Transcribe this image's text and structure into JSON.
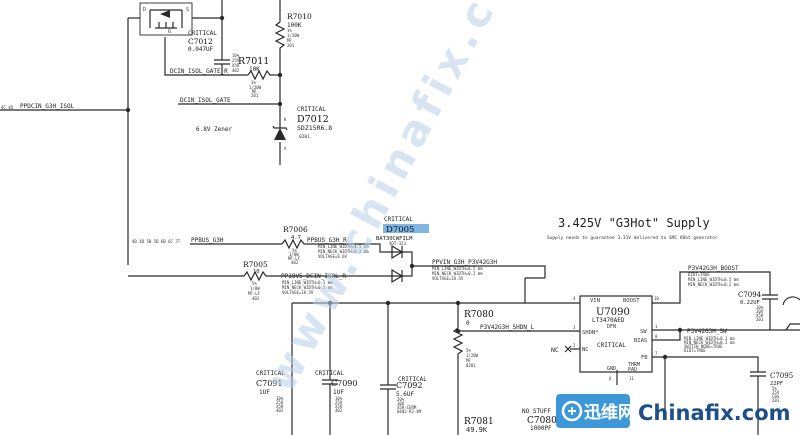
{
  "nets": {
    "ppdcin_g3h_isol": "PPDCIN_G3H_ISOL",
    "ppdcin_g3h_isol_prefix": "4C 4D",
    "dcin_isol_gate_r": "DCIN_ISOL_GATE_R",
    "dcin_isol_gate": "DCIN_ISOL_GATE",
    "ppbus_g3h": "PPBUS_G3H",
    "ppbus_g3h_prefix": "4B 4B 5B 5B 6B 6C 7T",
    "ppbus_g3h_r": "PPBUS_G3H_R",
    "pp18v5_dcin_isol_r": "PP18V5_DCIN_ISOL_R",
    "ppvin_g3h_p3v42g3h": "PPVIN_G3H_P3V42G3H",
    "p3v42g3h_shdn_l": "P3V42G3H_SHDN_L",
    "p3v42g3h_boost": "P3V42G3H_BOOST",
    "p3v42g3h_sw": "P3V42G3H_SW",
    "trace_rule_1": "MIN_LINE_WIDTH=0.5 mm",
    "trace_rule_2": "MIN_NECK_WIDTH=0.2 mm",
    "trace_rule_voltage": "VOLTAGE=18.5V",
    "trace_rule_voltage_b": "VOLTAGE=8.6V",
    "boost_rule_1": "DIDT=TRUE",
    "boost_rule_2": "MIN_LINE_WIDTH=0.5 mm",
    "boost_rule_3": "MIN_NECK_WIDTH=0.2 mm",
    "sw_rule_1": "MIN_LINE_WIDTH=0.1 mm",
    "sw_rule_2": "MIN_NECK_WIDTH=0.2 mm",
    "sw_rule_3": "SWITCH_NODE=TRUE",
    "sw_rule_4": "DIDT=TRUE"
  },
  "components": {
    "q_fet": {
      "pins": [
        "D",
        "S",
        "G"
      ]
    },
    "r7010": {
      "ref": "R7010",
      "value": "100K",
      "detail": [
        "1%",
        "1/20W",
        "MF",
        "201"
      ]
    },
    "c7012": {
      "crit": "CRITICAL",
      "ref": "C7012",
      "value": "0.047UF",
      "detail": [
        "10%",
        "25V",
        "X5R",
        "402"
      ]
    },
    "r7011": {
      "ref": "R7011",
      "value": "10K",
      "detail": [
        "1%",
        "1/20W",
        "MF",
        "201"
      ]
    },
    "d7012": {
      "crit": "CRITICAL",
      "ref": "D7012",
      "value": "SDZ15R6.8",
      "pkg": "0201",
      "note": "6.8V Zener"
    },
    "r7006": {
      "ref": "R7006",
      "value": "4.7",
      "detail": [
        "5%",
        "1/8W",
        "MF-LF",
        "402"
      ]
    },
    "r7005": {
      "ref": "R7005",
      "value": "10",
      "detail": [
        "5%",
        "1/8W",
        "MF-LF",
        "402"
      ]
    },
    "d7005": {
      "crit": "CRITICAL",
      "ref": "D7005",
      "value": "BAT30CWFILM",
      "pkg": "SOT-323"
    },
    "r7080": {
      "ref": "R7080",
      "value": "0",
      "detail": [
        "5%",
        "1/20W",
        "MF",
        "0201"
      ]
    },
    "r7081": {
      "ref": "R7081",
      "value": "49.9K"
    },
    "c7080": {
      "stuff": "NO STUFF",
      "ref": "C7080",
      "value": "1000PF"
    },
    "u7090": {
      "ref": "U7090",
      "value": "LT3470AED",
      "pkg": "DFN",
      "crit": "CRITICAL",
      "pins": {
        "vin": "VIN",
        "boost": "BOOST",
        "shdn": "SHDN*",
        "sw": "SW",
        "bias": "BIAS",
        "nc": "NC",
        "fb": "FB",
        "gnd": "GND",
        "pad": "PAD",
        "thrm": "THRM"
      },
      "pin_numbers": {
        "vin": "4",
        "boost": "10",
        "shdn": "3",
        "sw": "1",
        "bias": "8",
        "nc": "2",
        "fb": "7",
        "gnd": "6",
        "pad": "11"
      }
    },
    "c7094": {
      "ref": "C7094",
      "value": "0.22UF",
      "detail": [
        "10%",
        "10V",
        "X5R",
        "201"
      ]
    },
    "c7095": {
      "ref": "C7095",
      "value": "22PF",
      "detail": [
        "5%",
        "25V",
        "C0G",
        "201"
      ]
    },
    "c7091": {
      "crit": "CRITICAL",
      "ref": "C7091",
      "value": "1UF",
      "detail": [
        "10%",
        "25V",
        "X5R",
        "402"
      ]
    },
    "c7090": {
      "crit": "CRITICAL",
      "ref": "C7090",
      "value": "1UF",
      "detail": [
        "10%",
        "25V",
        "X5R",
        "402"
      ]
    },
    "c7092": {
      "crit": "CRITICAL",
      "ref": "C7092",
      "value": "5.6UF",
      "detail": [
        "20%",
        "10V",
        "X5R-CERM",
        "0402-R2-4M"
      ]
    },
    "nc_flag": "NC"
  },
  "section": {
    "title": "3.425V \"G3Hot\" Supply",
    "subtitle": "Supply needs to guarantee 3.31V delivered to SMC VBat generator"
  },
  "watermark": {
    "diagonal_text": "www.chinafix.com",
    "brand_cn": "迅维网",
    "brand_en": "Chinafix.com",
    "brand_colors": {
      "logo": "#2c8fd6",
      "text_cn": "#ffffff",
      "text_en": "#1f4f8a"
    }
  }
}
